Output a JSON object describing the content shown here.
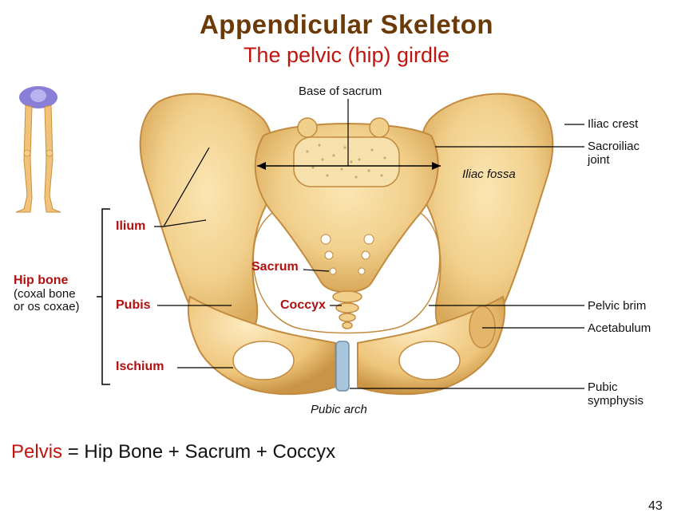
{
  "title": "Appendicular Skeleton",
  "subtitle": "The pelvic (hip) girdle",
  "labels": {
    "base_of_sacrum": "Base of sacrum",
    "iliac_crest": "Iliac crest",
    "sacroiliac_joint_line1": "Sacroiliac",
    "sacroiliac_joint_line2": "joint",
    "iliac_fossa": "Iliac fossa",
    "ilium": "Ilium",
    "sacrum": "Sacrum",
    "pubis": "Pubis",
    "coccyx": "Coccyx",
    "ischium": "Ischium",
    "pelvic_brim": "Pelvic brim",
    "acetabulum": "Acetabulum",
    "pubic_symphysis_line1": "Pubic",
    "pubic_symphysis_line2": "symphysis",
    "pubic_arch": "Pubic arch"
  },
  "hip_bone": {
    "heading": "Hip bone",
    "sub_line1": "(coxal bone",
    "sub_line2": "or os coxae)"
  },
  "formula": {
    "pelvis": "Pelvis",
    "rest": " = Hip Bone + Sacrum + Coccyx"
  },
  "page_number": "43",
  "colors": {
    "title": "#6b3a07",
    "accent_red": "#c0150e",
    "bone": "#f1d08c",
    "bone_shadow": "#d9a95a",
    "cartilage": "#a9c6dc",
    "thumbnail_highlight": "#8a7fd6"
  }
}
